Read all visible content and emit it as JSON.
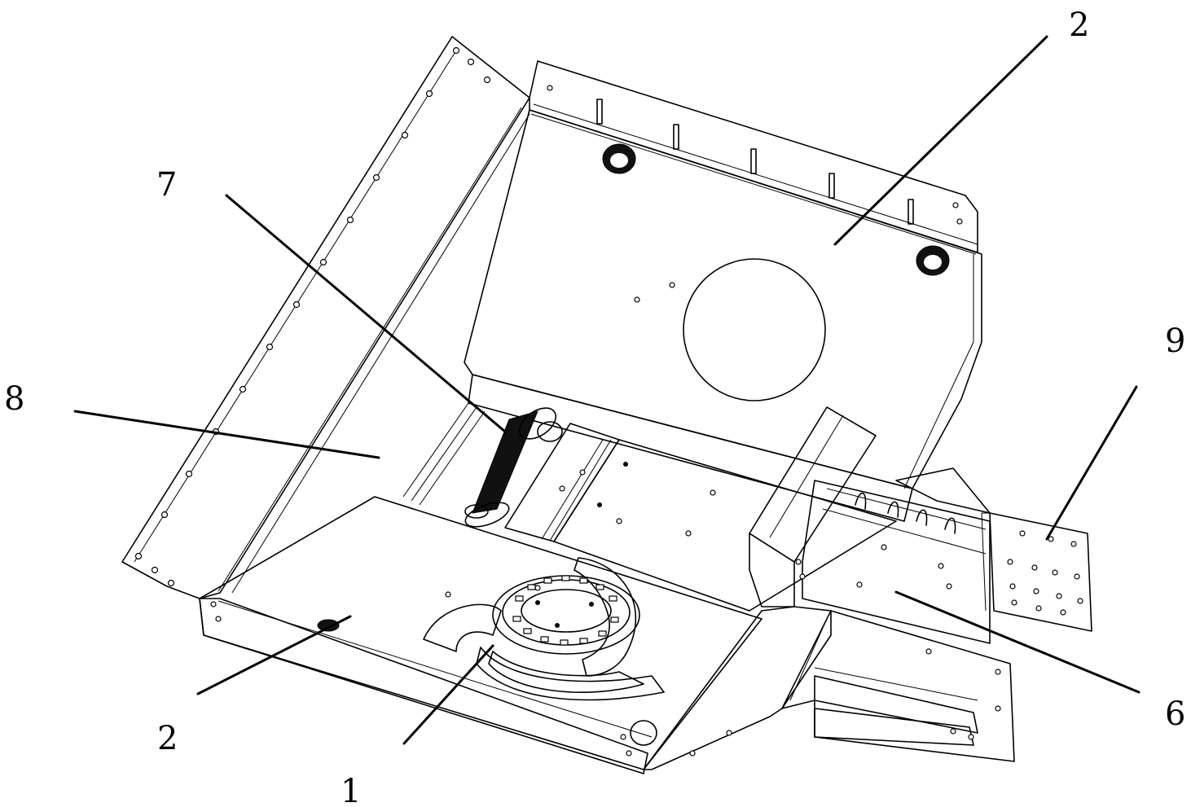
{
  "callouts": {
    "c1": "1",
    "c2_top": "2",
    "c2_bottom": "2",
    "c6": "6",
    "c7": "7",
    "c8": "8",
    "c9": "9"
  }
}
